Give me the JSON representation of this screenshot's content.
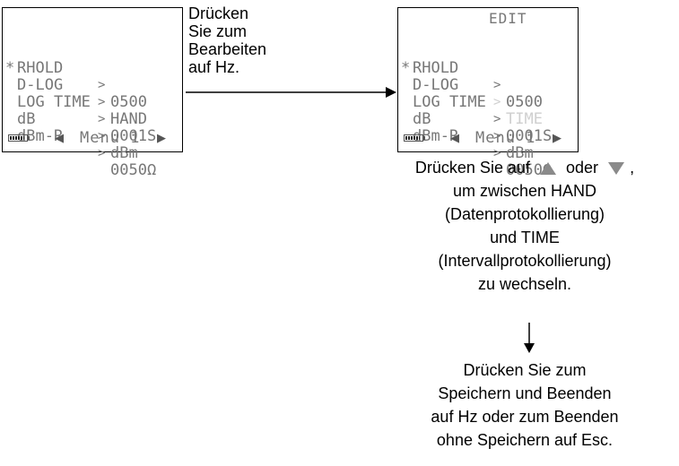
{
  "screen_left": {
    "rows": [
      {
        "star": "",
        "key": "RHOLD",
        "gt": ">",
        "val": "0500"
      },
      {
        "star": "*",
        "key": "D-LOG",
        "gt": ">",
        "val": "HAND"
      },
      {
        "star": "",
        "key": "LOG TIME",
        "gt": ">",
        "val": "0001S"
      },
      {
        "star": "",
        "key": "dB",
        "gt": ">",
        "val": "dBm"
      },
      {
        "star": "",
        "key": "dBm-R",
        "gt": ">",
        "val": "0050Ω"
      }
    ],
    "menu_label": "Menu 1"
  },
  "screen_right": {
    "edit_label": "EDIT",
    "rows": [
      {
        "star": "",
        "key": "RHOLD",
        "gt": ">",
        "val": "0500"
      },
      {
        "star": "*",
        "key": "D-LOG",
        "gt": ">",
        "val": "TIME"
      },
      {
        "star": "",
        "key": "LOG TIME",
        "gt": ">",
        "val": "0001S"
      },
      {
        "star": "",
        "key": "dB",
        "gt": ">",
        "val": "dBm"
      },
      {
        "star": "",
        "key": "dBm-R",
        "gt": ">",
        "val": "0050Ω"
      }
    ],
    "menu_label": "Menu 1"
  },
  "step1": {
    "lines": [
      "Drücken",
      "Sie zum",
      "Bearbeiten",
      "auf Hz."
    ]
  },
  "step2": {
    "line1_prefix": "Drücken Sie auf",
    "line1_mid": "oder",
    "line1_suffix": ",",
    "lines": [
      "um zwischen HAND",
      "(Datenprotokollierung)",
      "und TIME",
      "(Intervallprotokollierung)",
      "zu wechseln."
    ]
  },
  "step3": {
    "lines": [
      "Drücken Sie zum",
      "Speichern und Beenden",
      "auf Hz oder zum Beenden",
      "ohne Speichern auf Esc."
    ]
  },
  "icons": {
    "up_key": "triangle-up-icon",
    "down_key": "triangle-down-icon",
    "arrow_right": "arrow-right-icon",
    "arrow_down": "arrow-down-icon"
  }
}
